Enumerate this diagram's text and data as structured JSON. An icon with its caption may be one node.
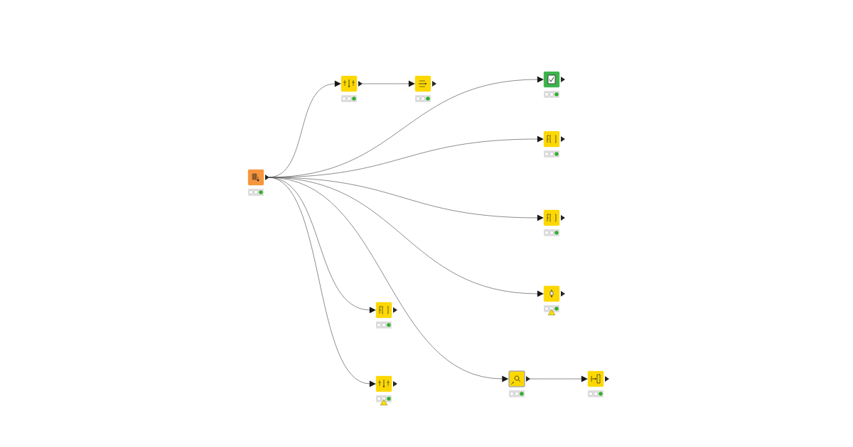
{
  "diagram": {
    "nodes": [
      {
        "text": [],
        "shape": "box"
      },
      {
        "text": [],
        "shape": "box"
      },
      {
        "text": [],
        "shape": "box"
      },
      {
        "text": [],
        "shape": "box"
      },
      {
        "text": [],
        "shape": "box"
      },
      {
        "text": [],
        "shape": "box"
      },
      {
        "text": [],
        "shape": "box"
      },
      {
        "text": [],
        "shape": "box"
      },
      {
        "text": [],
        "shape": "box"
      },
      {
        "text": [],
        "shape": "box"
      },
      {
        "text": [],
        "shape": "box"
      }
    ],
    "edges": [
      {
        "from": 0,
        "to": 1,
        "arrow": "to"
      },
      {
        "from": 1,
        "to": 2,
        "arrow": "to"
      },
      {
        "from": 0,
        "to": 3,
        "arrow": "to"
      },
      {
        "from": 0,
        "to": 4,
        "arrow": "to"
      },
      {
        "from": 0,
        "to": 5,
        "arrow": "to"
      },
      {
        "from": 0,
        "to": 6,
        "arrow": "to"
      },
      {
        "from": 0,
        "to": 7,
        "arrow": "to"
      },
      {
        "from": 0,
        "to": 8,
        "arrow": "to"
      },
      {
        "from": 0,
        "to": 9,
        "arrow": "to"
      },
      {
        "from": 9,
        "to": 10,
        "arrow": "to"
      }
    ]
  }
}
